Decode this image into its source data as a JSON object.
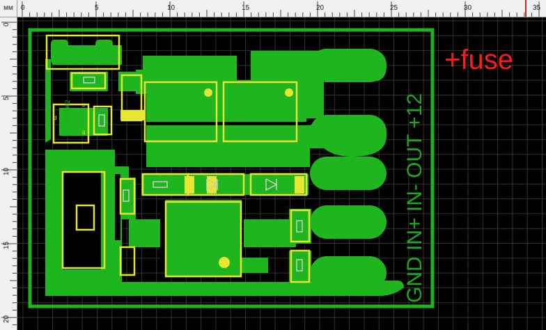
{
  "ruler": {
    "unit": "мм",
    "top_labels": [
      "0",
      "5",
      "10",
      "15",
      "20",
      "25",
      "30",
      "35"
    ],
    "left_labels": [
      "0",
      "5",
      "10",
      "15",
      "20"
    ]
  },
  "board": {
    "connector_label": "GND IN+ IN- OUT +12",
    "transistor_label": "2N7002",
    "pin_d": "d",
    "pin_s": "s",
    "pin_g": "g"
  },
  "annotation": {
    "text": "+fuse",
    "color": "#ff1a1a"
  },
  "colors": {
    "copper": "#1fb51f",
    "silkscreen": "#e6e633",
    "board_outline": "#1fb51f",
    "background": "#000000",
    "grid": "#3a3a3a"
  }
}
